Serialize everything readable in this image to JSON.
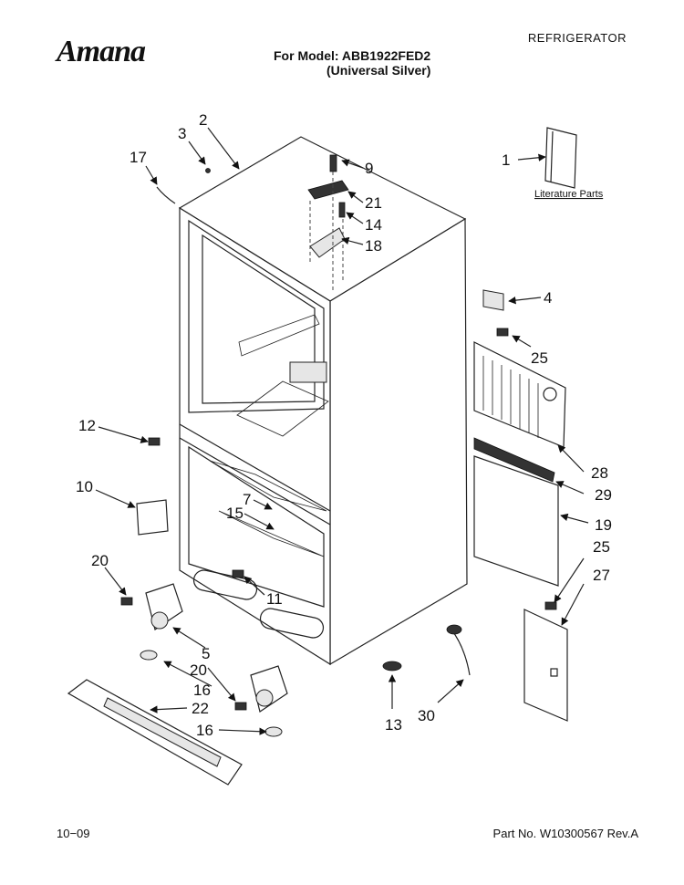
{
  "header": {
    "brand": "Amana",
    "category": "REFRIGERATOR",
    "model_line": "For Model: ABB1922FED2",
    "model_variant": "(Universal Silver)"
  },
  "footer": {
    "date": "10−09",
    "part_number": "Part No. W10300567 Rev.A"
  },
  "literature_label": "Literature Parts",
  "callouts": {
    "c1": "1",
    "c2": "2",
    "c3": "3",
    "c4": "4",
    "c5": "5",
    "c7": "7",
    "c9": "9",
    "c10": "10",
    "c11": "11",
    "c12": "12",
    "c13": "13",
    "c14": "14",
    "c15": "15",
    "c16a": "16",
    "c16b": "16",
    "c17": "17",
    "c18": "18",
    "c19": "19",
    "c20a": "20",
    "c20b": "20",
    "c21": "21",
    "c22": "22",
    "c25a": "25",
    "c25b": "25",
    "c27": "27",
    "c28": "28",
    "c29": "29",
    "c30": "30"
  }
}
